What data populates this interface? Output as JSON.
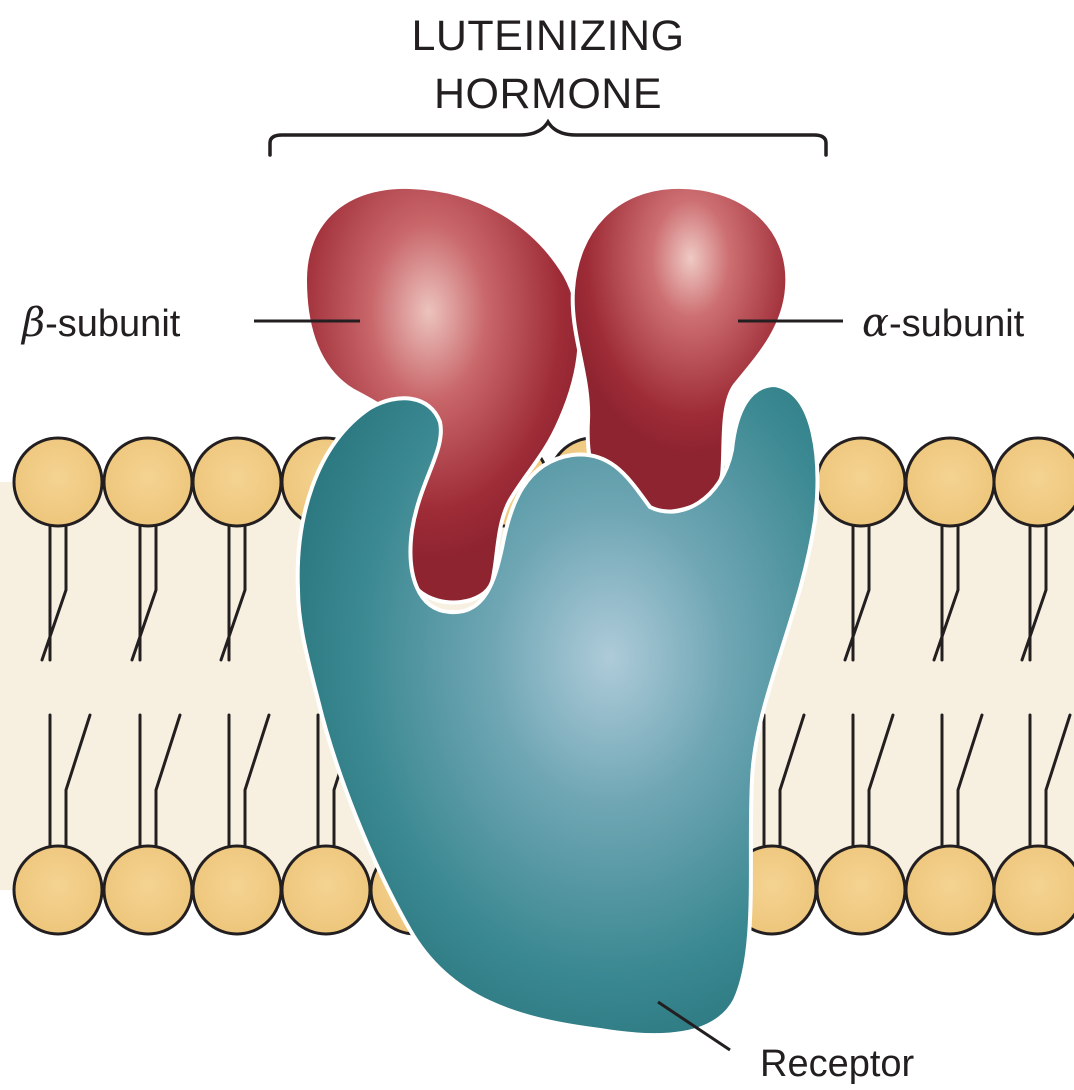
{
  "title": {
    "line1": "LUTEINIZING",
    "line2": "HORMONE"
  },
  "labels": {
    "beta_symbol": "β",
    "beta_suffix": "-subunit",
    "alpha_symbol": "α",
    "alpha_suffix": "-subunit",
    "receptor": "Receptor"
  },
  "colors": {
    "background": "#ffffff",
    "membrane_band": "#f7f0e1",
    "phospholipid_head": "#f1cd85",
    "phospholipid_outline": "#231f20",
    "hormone_subunit": "#9c2a35",
    "hormone_highlight": "#e8b7b0",
    "receptor": "#2e7f88",
    "receptor_highlight": "#a7c8d6"
  },
  "icons": {
    "bracket": "curly-brace",
    "membrane": "phospholipid-bilayer"
  }
}
